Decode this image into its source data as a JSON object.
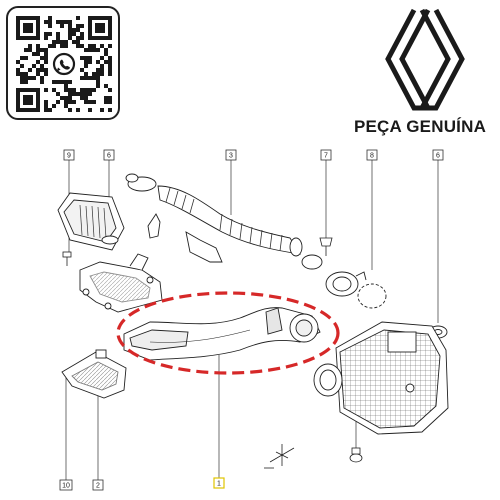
{
  "header": {
    "qr": {
      "icon": "whatsapp-icon"
    },
    "brand": {
      "logo": "renault-logo",
      "caption": "PEÇA GENUÍNA"
    }
  },
  "diagram": {
    "callouts": [
      {
        "label": "9"
      },
      {
        "label": "6"
      },
      {
        "label": "3"
      },
      {
        "label": "7"
      },
      {
        "label": "8"
      },
      {
        "label": "6"
      },
      {
        "label": "10"
      },
      {
        "label": "2"
      },
      {
        "label": "1"
      }
    ],
    "highlight": {
      "color": "#d62828"
    },
    "callout_accent": "#e0c400"
  }
}
